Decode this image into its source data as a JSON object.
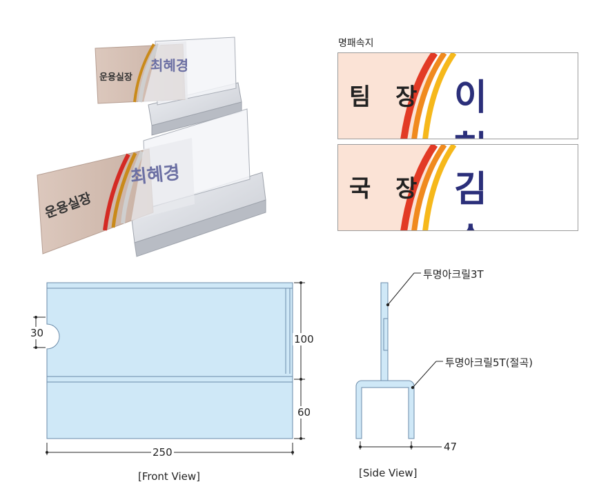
{
  "product": {
    "nameplate_label": "명패속지",
    "plates": [
      {
        "rank": "팀 장",
        "name": "이 현 진"
      },
      {
        "rank": "국 장",
        "name": "김 수 남"
      }
    ],
    "photo": {
      "small_rank": "운용실장",
      "small_name": "최혜경",
      "large_rank": "운용실장",
      "large_name": "최혜경"
    }
  },
  "front_view": {
    "caption": "[Front View]",
    "dim_width": "250",
    "dim_upper_height": "100",
    "dim_lower_height": "60",
    "dim_notch": "30"
  },
  "side_view": {
    "caption": "[Side View]",
    "callout_top": "투명아크릴3T",
    "callout_bottom": "투명아크릴5T(절곡)",
    "dim_depth": "47"
  },
  "colors": {
    "acrylic_fill": "#cfe8f7",
    "acrylic_stroke": "#6a8aa8",
    "plate_bg": "#fbe3d6",
    "stripe_red": "#e23a25",
    "stripe_orange": "#f08a1e",
    "stripe_yellow": "#f6b81b",
    "name_navy": "#2b2f7a"
  }
}
